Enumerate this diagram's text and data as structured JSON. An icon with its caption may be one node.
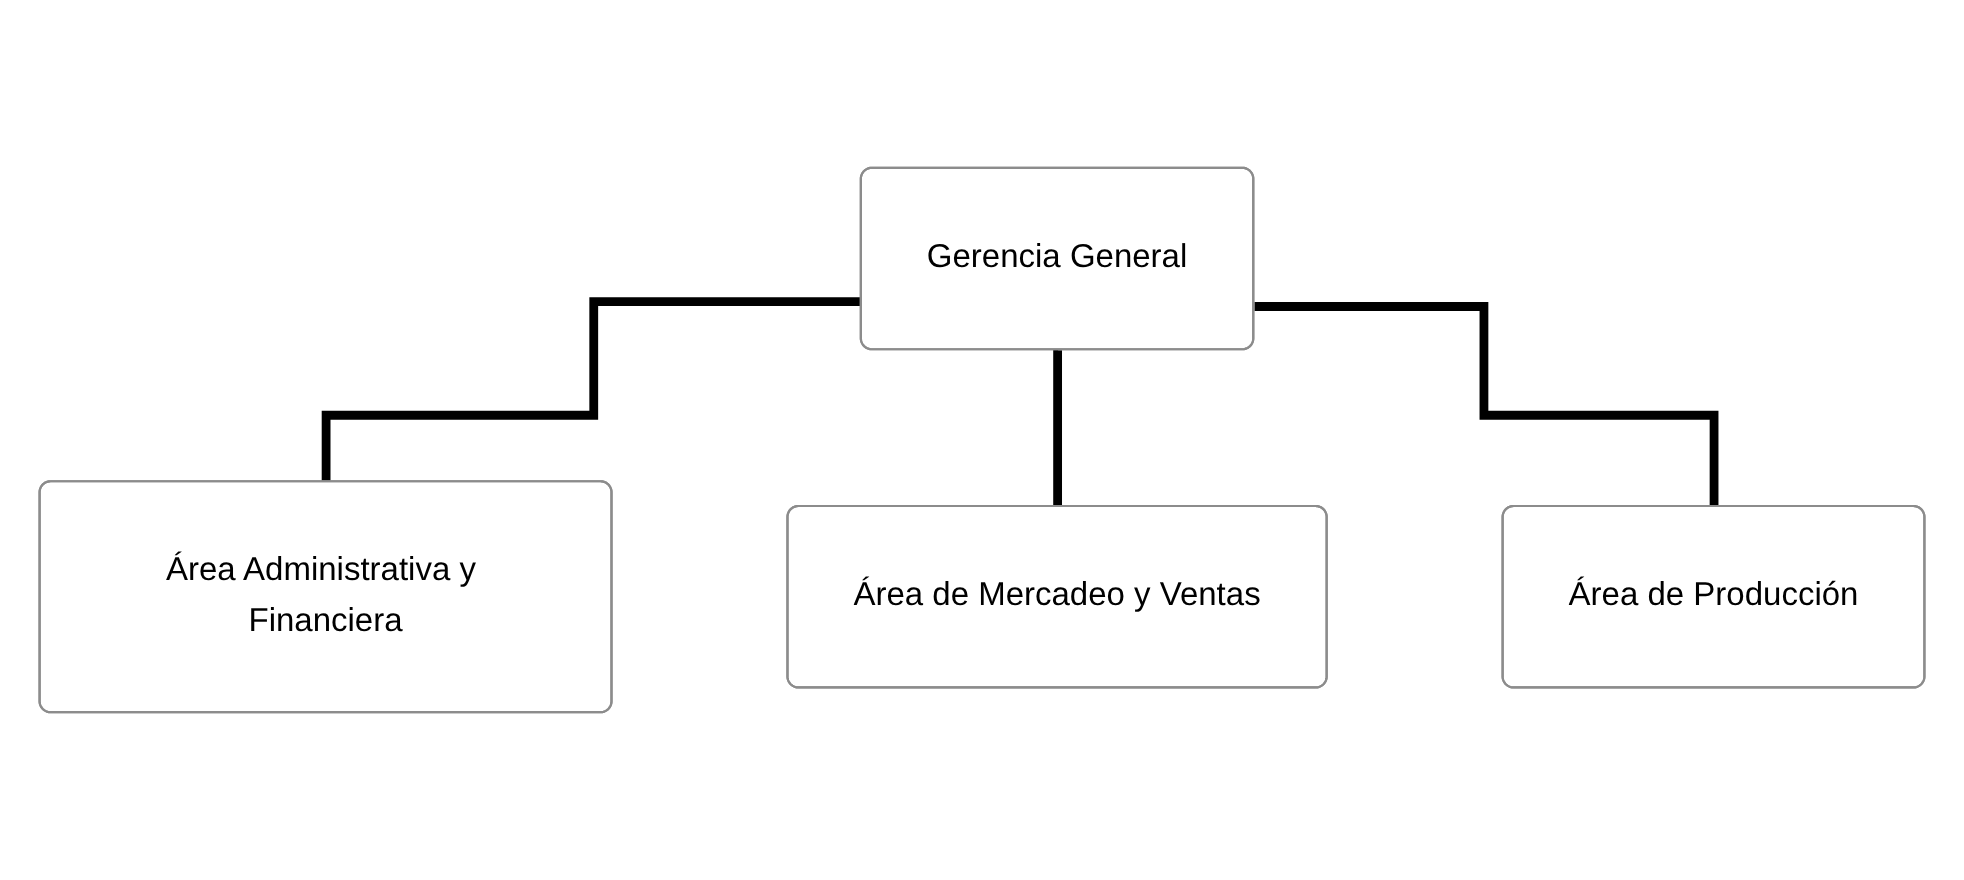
{
  "diagram": {
    "nodes": [
      {
        "text": [
          "Gerencia General"
        ]
      },
      {
        "text": [
          "Área Administrativa y Financiera"
        ]
      },
      {
        "text": [
          "Área de Mercadeo y Ventas"
        ]
      },
      {
        "text": [
          "Área de Producción"
        ]
      }
    ],
    "edges": [
      {
        "from": 0,
        "to": 1,
        "arrow": "none"
      },
      {
        "from": 0,
        "to": 2,
        "arrow": "none"
      },
      {
        "from": 0,
        "to": 3,
        "arrow": "none"
      }
    ]
  }
}
